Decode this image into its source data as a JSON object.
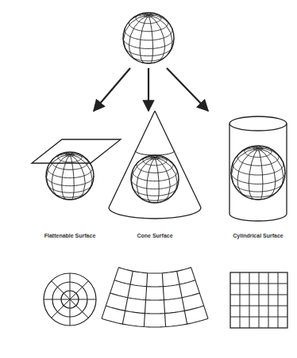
{
  "diagram": {
    "labels": [
      "Flattenable Surface",
      "Cone Surface",
      "Cylindrical Surface"
    ]
  }
}
